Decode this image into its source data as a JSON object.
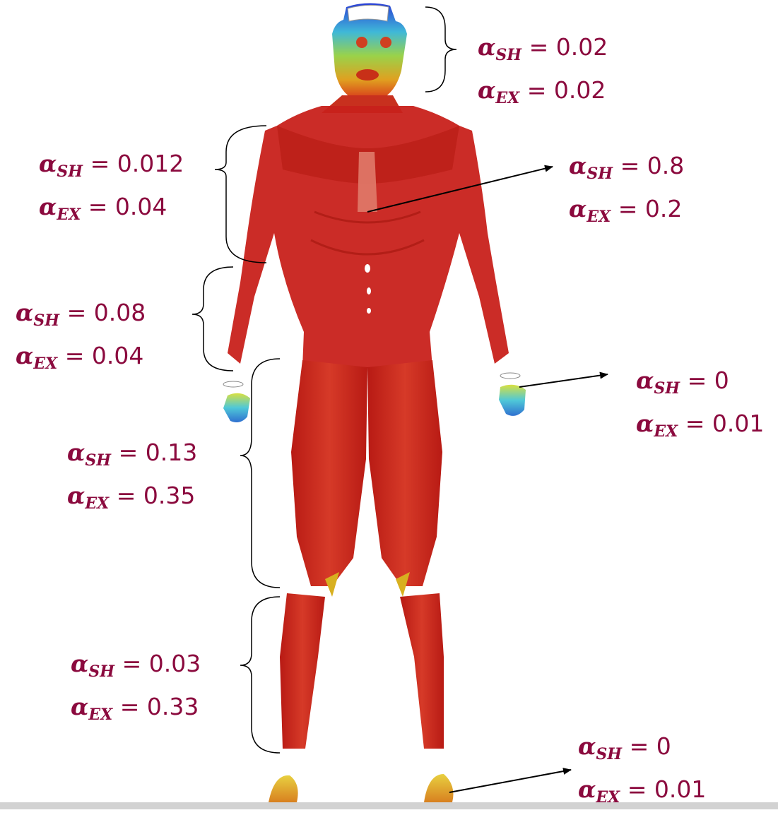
{
  "symbols": {
    "alpha": "α",
    "shear_sub": "SH",
    "extension_sub": "EX",
    "equals": "="
  },
  "regions": [
    {
      "id": "head",
      "alpha_sh": "0.02",
      "alpha_ex": "0.02"
    },
    {
      "id": "upper-torso",
      "alpha_sh": "0.012",
      "alpha_ex": "0.04"
    },
    {
      "id": "spine",
      "alpha_sh": "0.8",
      "alpha_ex": "0.2"
    },
    {
      "id": "forearms",
      "alpha_sh": "0.08",
      "alpha_ex": "0.04"
    },
    {
      "id": "hands",
      "alpha_sh": "0",
      "alpha_ex": "0.01"
    },
    {
      "id": "thighs",
      "alpha_sh": "0.13",
      "alpha_ex": "0.35"
    },
    {
      "id": "shanks",
      "alpha_sh": "0.03",
      "alpha_ex": "0.33"
    },
    {
      "id": "feet",
      "alpha_sh": "0",
      "alpha_ex": "0.01"
    }
  ],
  "colors": {
    "label": "#8b0a3e",
    "body_muscle": "#c8211b",
    "body_muscle_dark": "#a5160f",
    "arrow": "#000000",
    "bottom_bar": "#d2d2d2"
  }
}
